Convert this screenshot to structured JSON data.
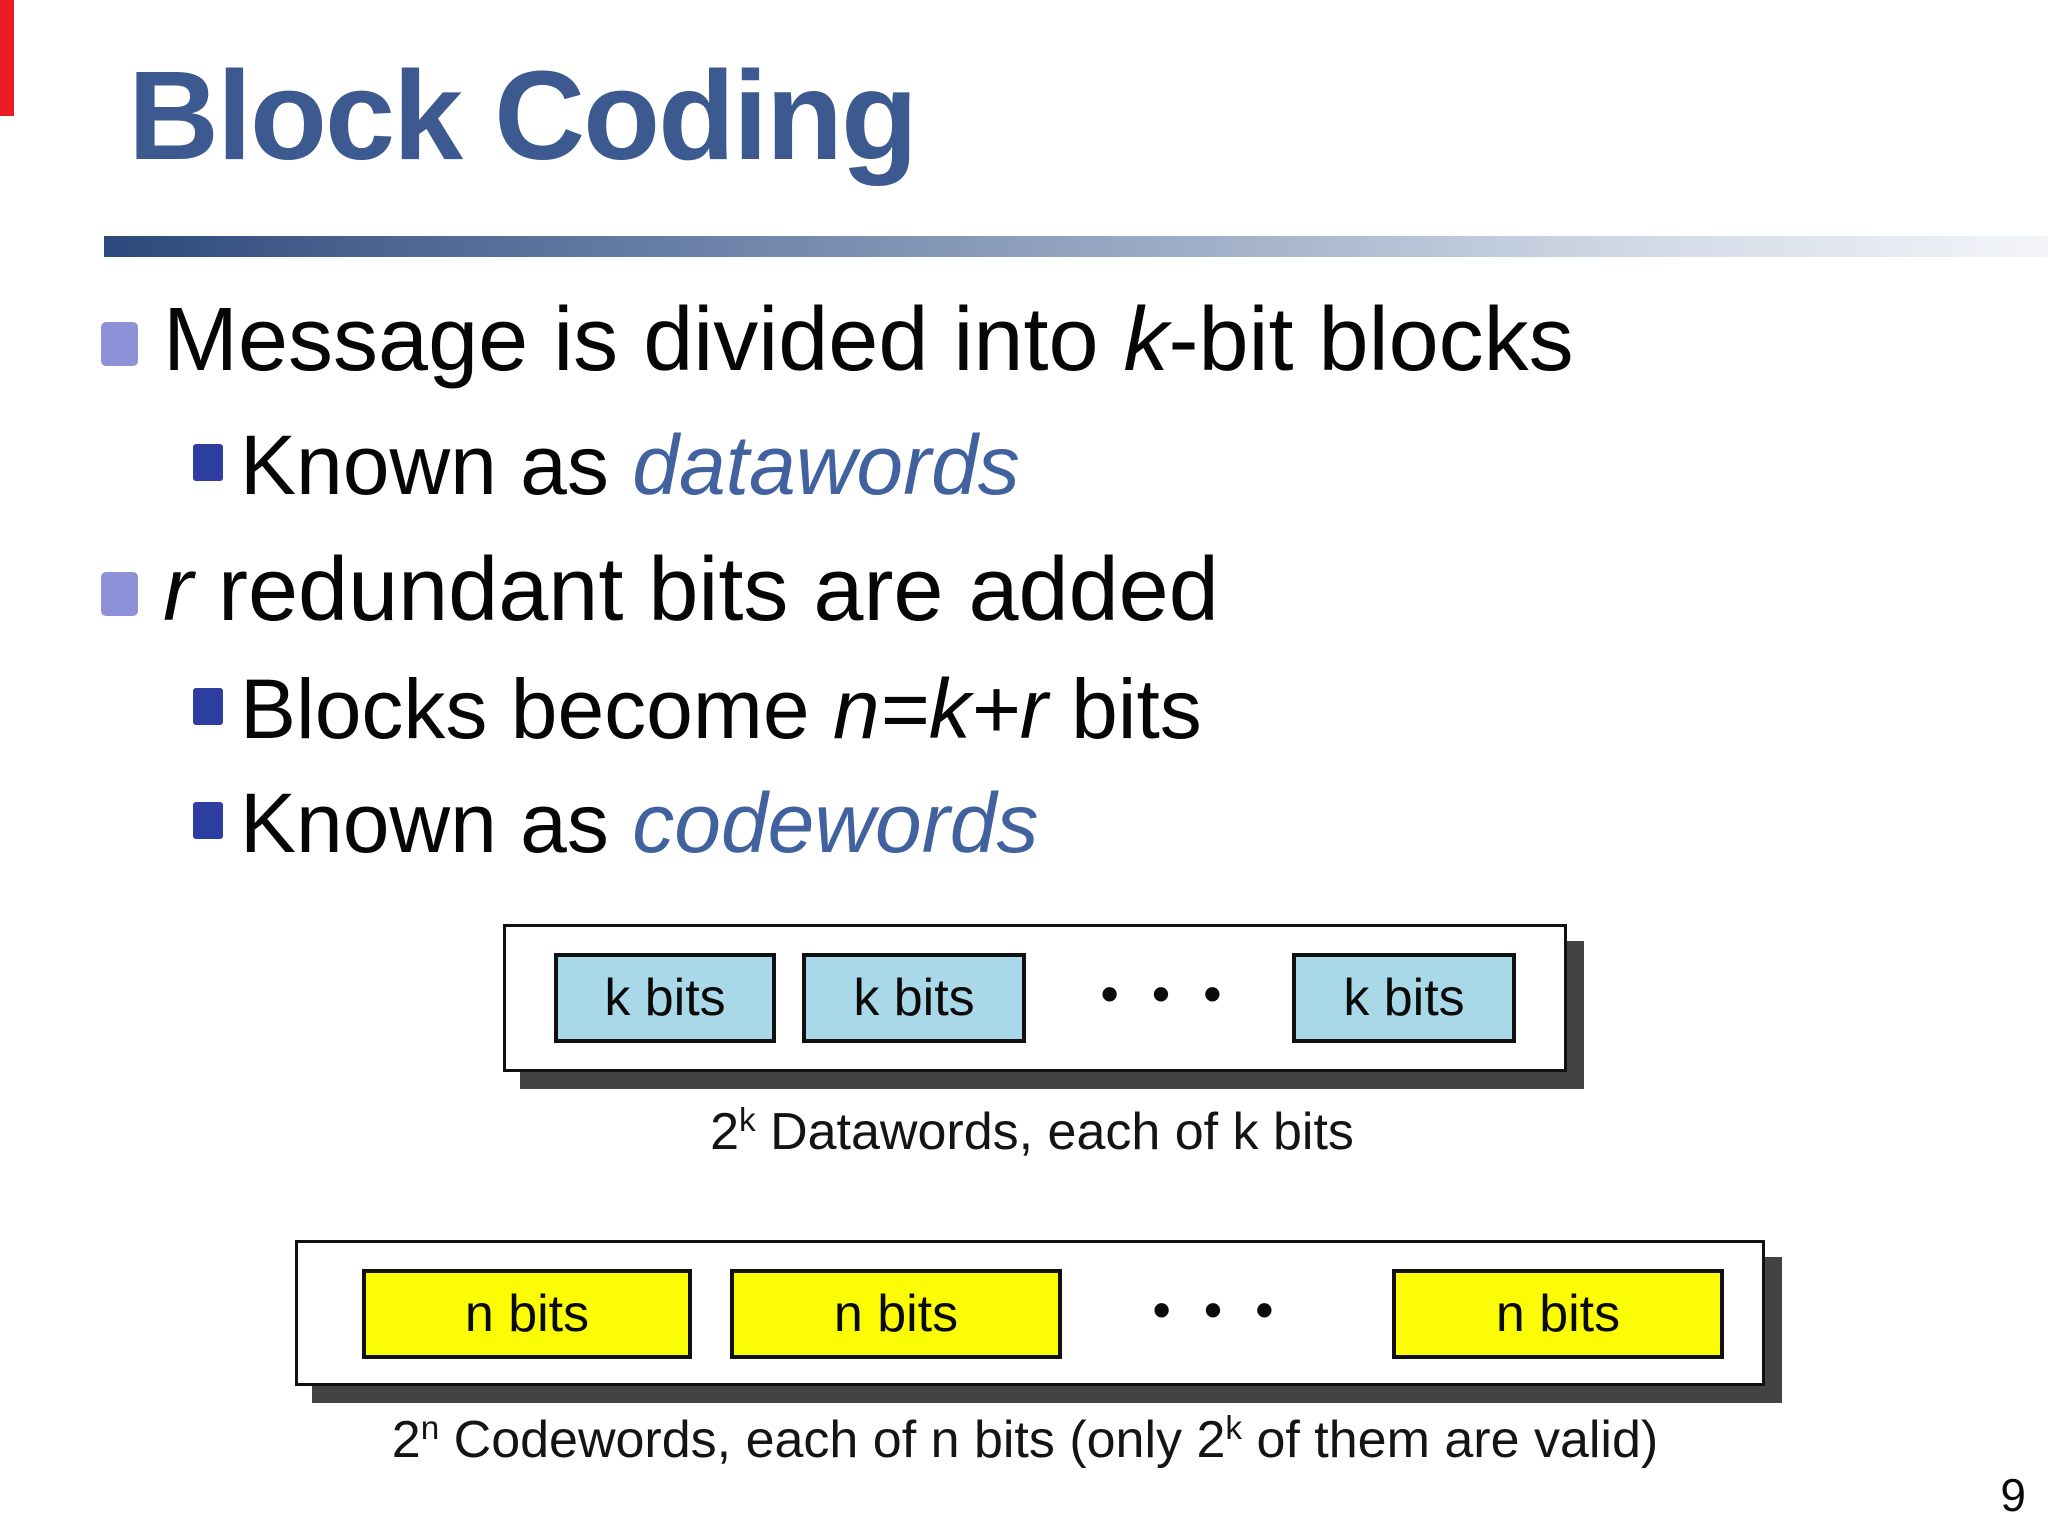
{
  "slide": {
    "title": "Block Coding",
    "page_number": "9",
    "colors": {
      "title_blue": "#3c5a90",
      "term_blue": "#41629e",
      "main_bullet_purple": "#8f91d8",
      "sub_bullet_navy": "#2e3da0",
      "dataword_box_fill": "#a9d9e9",
      "codeword_box_fill": "#fcfc05",
      "red_marker": "#ec1c24"
    }
  },
  "bullets": {
    "item1": {
      "parts": [
        "Message is divided into ",
        "k",
        "-bit blocks"
      ]
    },
    "item1_sub1": {
      "prefix": "Known as ",
      "term": "datawords"
    },
    "item2": {
      "parts": [
        "r",
        " redundant bits are added"
      ]
    },
    "item2_sub1": {
      "parts": [
        "Blocks become ",
        "n=k+r",
        " bits"
      ]
    },
    "item2_sub2": {
      "prefix": "Known as ",
      "term": "codewords"
    }
  },
  "figures": {
    "datawords": {
      "box_label": "k bits",
      "dots": "• • •",
      "caption": {
        "base": "2",
        "sup": "k",
        "rest": " Datawords, each of k bits"
      }
    },
    "codewords": {
      "box_label": "n bits",
      "dots": "• • •",
      "caption": {
        "p1": "2",
        "sup1": "n",
        "p2": " Codewords, each of n bits (only 2",
        "sup2": "k",
        "p3": " of them are valid)"
      }
    }
  }
}
